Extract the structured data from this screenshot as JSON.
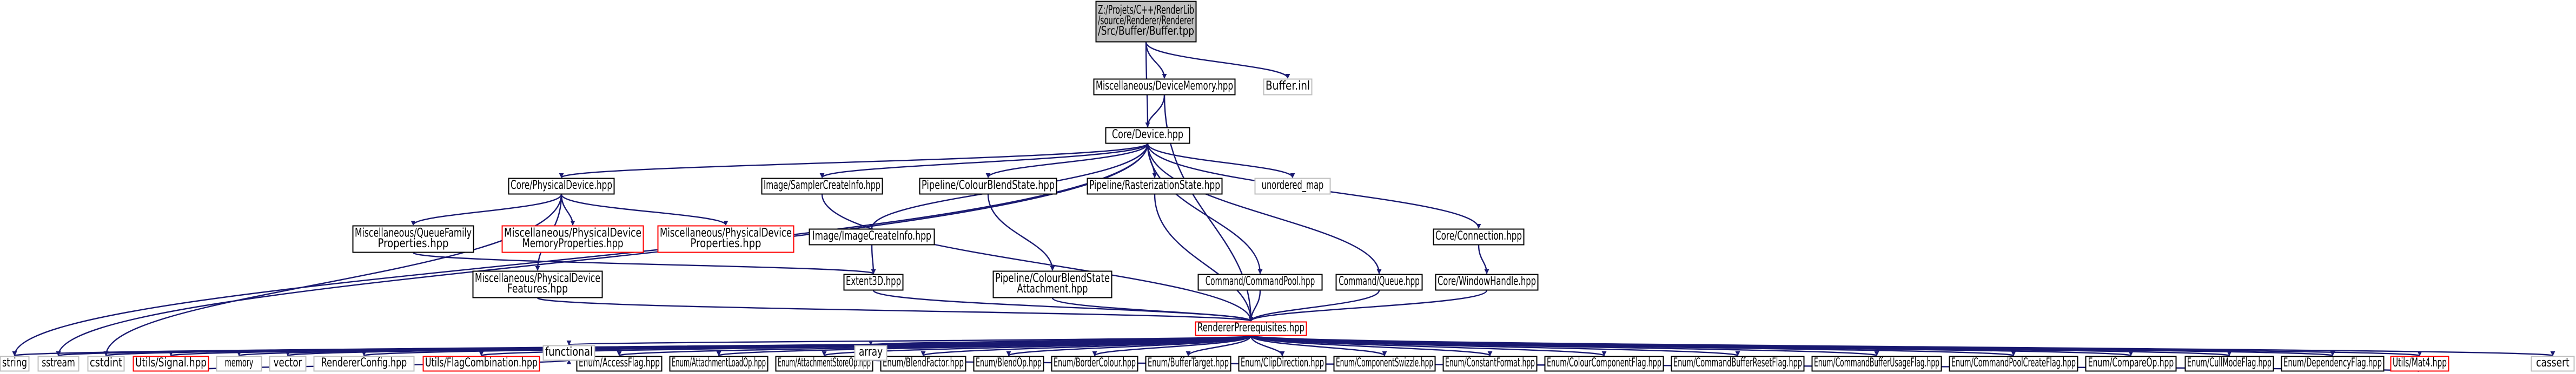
{
  "diagram": {
    "type": "include-dependency-graph",
    "colors": {
      "edge": "#191970",
      "node_border": "#000000",
      "node_missing_border": "#ff0000",
      "node_external_border": "#bfbfbf",
      "root_fill": "#bfbfbf",
      "background": "#ffffff"
    },
    "nodes": [
      {
        "id": "root",
        "lines": [
          "Z:/Projets/C++/RenderLib",
          "/source/Renderer/Renderer",
          "/Src/Buffer/Buffer.tpp"
        ],
        "kind": "root"
      },
      {
        "id": "devmem",
        "lines": [
          "Miscellaneous/DeviceMemory.hpp"
        ],
        "kind": "normal"
      },
      {
        "id": "bufferinl",
        "lines": [
          "Buffer.inl"
        ],
        "kind": "external"
      },
      {
        "id": "device",
        "lines": [
          "Core/Device.hpp"
        ],
        "kind": "normal"
      },
      {
        "id": "physdev",
        "lines": [
          "Core/PhysicalDevice.hpp"
        ],
        "kind": "normal"
      },
      {
        "id": "sampler",
        "lines": [
          "Image/SamplerCreateInfo.hpp"
        ],
        "kind": "normal"
      },
      {
        "id": "colourblend",
        "lines": [
          "Pipeline/ColourBlendState.hpp"
        ],
        "kind": "normal"
      },
      {
        "id": "raster",
        "lines": [
          "Pipeline/RasterizationState.hpp"
        ],
        "kind": "normal"
      },
      {
        "id": "umap",
        "lines": [
          "unordered_map"
        ],
        "kind": "external"
      },
      {
        "id": "queuefam",
        "lines": [
          "Miscellaneous/QueueFamily",
          "Properties.hpp"
        ],
        "kind": "normal"
      },
      {
        "id": "memprops",
        "lines": [
          "Miscellaneous/PhysicalDevice",
          "MemoryProperties.hpp"
        ],
        "kind": "missing"
      },
      {
        "id": "devprops",
        "lines": [
          "Miscellaneous/PhysicalDevice",
          "Properties.hpp"
        ],
        "kind": "missing"
      },
      {
        "id": "imagecreate",
        "lines": [
          "Image/ImageCreateInfo.hpp"
        ],
        "kind": "normal"
      },
      {
        "id": "connection",
        "lines": [
          "Core/Connection.hpp"
        ],
        "kind": "normal"
      },
      {
        "id": "features",
        "lines": [
          "Miscellaneous/PhysicalDevice",
          "Features.hpp"
        ],
        "kind": "normal"
      },
      {
        "id": "extent",
        "lines": [
          "Extent3D.hpp"
        ],
        "kind": "normal"
      },
      {
        "id": "cbattach",
        "lines": [
          "Pipeline/ColourBlendState",
          "Attachment.hpp"
        ],
        "kind": "normal"
      },
      {
        "id": "cmdpool",
        "lines": [
          "Command/CommandPool.hpp"
        ],
        "kind": "normal"
      },
      {
        "id": "cmdqueue",
        "lines": [
          "Command/Queue.hpp"
        ],
        "kind": "normal"
      },
      {
        "id": "winhandle",
        "lines": [
          "Core/WindowHandle.hpp"
        ],
        "kind": "normal"
      },
      {
        "id": "prereq",
        "lines": [
          "RendererPrerequisites.hpp"
        ],
        "kind": "missing"
      },
      {
        "id": "string",
        "lines": [
          "string"
        ],
        "kind": "external"
      },
      {
        "id": "sstream",
        "lines": [
          "sstream"
        ],
        "kind": "external"
      },
      {
        "id": "cstdint",
        "lines": [
          "cstdint"
        ],
        "kind": "external"
      },
      {
        "id": "signal",
        "lines": [
          "Utils/Signal.hpp"
        ],
        "kind": "missing"
      },
      {
        "id": "memory",
        "lines": [
          "memory"
        ],
        "kind": "external"
      },
      {
        "id": "vector",
        "lines": [
          "vector"
        ],
        "kind": "external"
      },
      {
        "id": "rconfig",
        "lines": [
          "RendererConfig.hpp"
        ],
        "kind": "external"
      },
      {
        "id": "flagcomb",
        "lines": [
          "Utils/FlagCombination.hpp"
        ],
        "kind": "missing"
      },
      {
        "id": "accessflag",
        "lines": [
          "Enum/AccessFlag.hpp"
        ],
        "kind": "normal"
      },
      {
        "id": "attload",
        "lines": [
          "Enum/AttachmentLoadOp.hpp"
        ],
        "kind": "normal"
      },
      {
        "id": "attstore",
        "lines": [
          "Enum/AttachmentStoreOp.hpp"
        ],
        "kind": "normal"
      },
      {
        "id": "blendfactor",
        "lines": [
          "Enum/BlendFactor.hpp"
        ],
        "kind": "normal"
      },
      {
        "id": "blendop",
        "lines": [
          "Enum/BlendOp.hpp"
        ],
        "kind": "normal"
      },
      {
        "id": "bordercolour",
        "lines": [
          "Enum/BorderColour.hpp"
        ],
        "kind": "normal"
      },
      {
        "id": "buffertarget",
        "lines": [
          "Enum/BufferTarget.hpp"
        ],
        "kind": "normal"
      },
      {
        "id": "clipdir",
        "lines": [
          "Enum/ClipDirection.hpp"
        ],
        "kind": "normal"
      },
      {
        "id": "compswizzle",
        "lines": [
          "Enum/ComponentSwizzle.hpp"
        ],
        "kind": "normal"
      },
      {
        "id": "constformat",
        "lines": [
          "Enum/ConstantFormat.hpp"
        ],
        "kind": "normal"
      },
      {
        "id": "colourcomp",
        "lines": [
          "Enum/ColourComponentFlag.hpp"
        ],
        "kind": "normal"
      },
      {
        "id": "cbreset",
        "lines": [
          "Enum/CommandBufferResetFlag.hpp"
        ],
        "kind": "normal"
      },
      {
        "id": "cbusage",
        "lines": [
          "Enum/CommandBufferUsageFlag.hpp"
        ],
        "kind": "normal"
      },
      {
        "id": "cpcreate",
        "lines": [
          "Enum/CommandPoolCreateFlag.hpp"
        ],
        "kind": "normal"
      },
      {
        "id": "compareop",
        "lines": [
          "Enum/CompareOp.hpp"
        ],
        "kind": "normal"
      },
      {
        "id": "cullmode",
        "lines": [
          "Enum/CullModeFlag.hpp"
        ],
        "kind": "normal"
      },
      {
        "id": "depflag",
        "lines": [
          "Enum/DependencyFlag.hpp"
        ],
        "kind": "normal"
      },
      {
        "id": "mat4",
        "lines": [
          "Utils/Mat4.hpp"
        ],
        "kind": "missing"
      },
      {
        "id": "cassert",
        "lines": [
          "cassert"
        ],
        "kind": "external"
      },
      {
        "id": "functional",
        "lines": [
          "functional"
        ],
        "kind": "external"
      },
      {
        "id": "array",
        "lines": [
          "array"
        ],
        "kind": "external"
      }
    ],
    "edges": [
      [
        "root",
        "devmem"
      ],
      [
        "root",
        "bufferinl"
      ],
      [
        "root",
        "device"
      ],
      [
        "devmem",
        "device"
      ],
      [
        "devmem",
        "prereq"
      ],
      [
        "device",
        "physdev"
      ],
      [
        "device",
        "sampler"
      ],
      [
        "device",
        "colourblend"
      ],
      [
        "device",
        "raster"
      ],
      [
        "device",
        "umap"
      ],
      [
        "device",
        "connection"
      ],
      [
        "device",
        "cmdpool"
      ],
      [
        "device",
        "cmdqueue"
      ],
      [
        "device",
        "imagecreate"
      ],
      [
        "device",
        "string"
      ],
      [
        "device",
        "sstream"
      ],
      [
        "physdev",
        "queuefam"
      ],
      [
        "physdev",
        "memprops"
      ],
      [
        "physdev",
        "devprops"
      ],
      [
        "physdev",
        "features"
      ],
      [
        "physdev",
        "cstdint"
      ],
      [
        "queuefam",
        "extent"
      ],
      [
        "sampler",
        "prereq"
      ],
      [
        "colourblend",
        "cbattach"
      ],
      [
        "raster",
        "prereq"
      ],
      [
        "imagecreate",
        "extent"
      ],
      [
        "features",
        "prereq"
      ],
      [
        "extent",
        "prereq"
      ],
      [
        "cbattach",
        "prereq"
      ],
      [
        "cmdpool",
        "prereq"
      ],
      [
        "cmdqueue",
        "prereq"
      ],
      [
        "connection",
        "winhandle"
      ],
      [
        "winhandle",
        "prereq"
      ],
      [
        "prereq",
        "string"
      ],
      [
        "prereq",
        "sstream"
      ],
      [
        "prereq",
        "cstdint"
      ],
      [
        "prereq",
        "signal"
      ],
      [
        "prereq",
        "memory"
      ],
      [
        "prereq",
        "vector"
      ],
      [
        "prereq",
        "rconfig"
      ],
      [
        "prereq",
        "flagcomb"
      ],
      [
        "prereq",
        "accessflag"
      ],
      [
        "prereq",
        "attload"
      ],
      [
        "prereq",
        "attstore"
      ],
      [
        "prereq",
        "blendfactor"
      ],
      [
        "prereq",
        "blendop"
      ],
      [
        "prereq",
        "bordercolour"
      ],
      [
        "prereq",
        "buffertarget"
      ],
      [
        "prereq",
        "clipdir"
      ],
      [
        "prereq",
        "compswizzle"
      ],
      [
        "prereq",
        "constformat"
      ],
      [
        "prereq",
        "colourcomp"
      ],
      [
        "prereq",
        "cbreset"
      ],
      [
        "prereq",
        "cbusage"
      ],
      [
        "prereq",
        "cpcreate"
      ],
      [
        "prereq",
        "compareop"
      ],
      [
        "prereq",
        "cullmode"
      ],
      [
        "prereq",
        "depflag"
      ],
      [
        "prereq",
        "mat4"
      ],
      [
        "prereq",
        "cassert"
      ],
      [
        "prereq",
        "functional"
      ],
      [
        "prereq",
        "array"
      ],
      [
        "signal",
        "functional"
      ],
      [
        "mat4",
        "array"
      ]
    ]
  }
}
